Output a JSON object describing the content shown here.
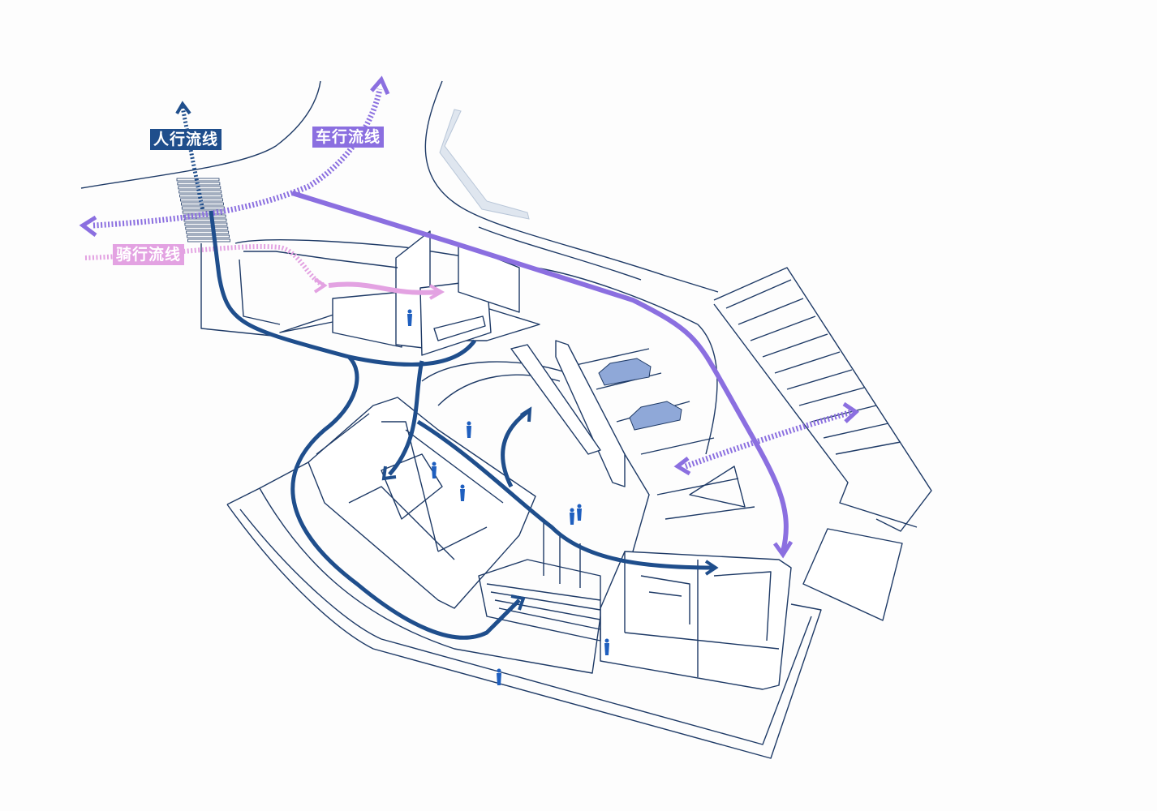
{
  "legend": {
    "pedestrian": {
      "label": "人行流线",
      "color": "#1f4e8c"
    },
    "vehicle": {
      "label": "车行流线",
      "color": "#8b6fe0"
    },
    "cycling": {
      "label": "骑行流线",
      "color": "#e3a2e2"
    }
  },
  "colors": {
    "outline": "#1e3a66",
    "figure": "#1f5fbf",
    "car": "#8fa8d8"
  }
}
